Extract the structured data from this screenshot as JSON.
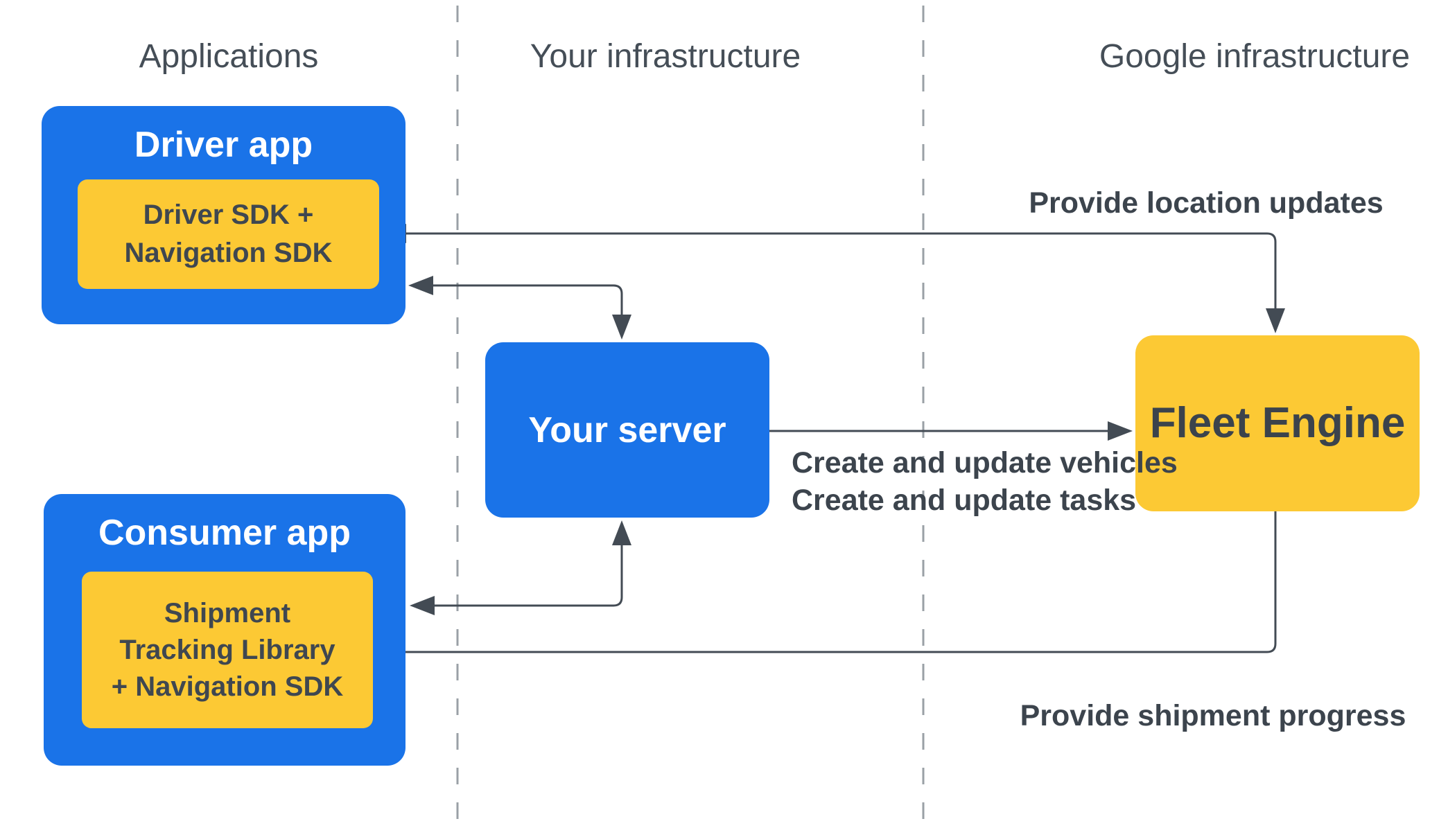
{
  "columns": [
    {
      "label": "Applications"
    },
    {
      "label": "Your infrastructure"
    },
    {
      "label": "Google infrastructure"
    }
  ],
  "nodes": {
    "driver_app": {
      "title": "Driver app"
    },
    "driver_sdk": {
      "line1": "Driver SDK +",
      "line2": "Navigation SDK"
    },
    "your_server": {
      "title": "Your server"
    },
    "fleet_engine": {
      "title": "Fleet Engine"
    },
    "consumer_app": {
      "title": "Consumer app"
    },
    "shipment_lib": {
      "line1": "Shipment",
      "line2": "Tracking Library",
      "line3": "+ Navigation SDK"
    }
  },
  "edge_labels": {
    "provide_location_updates": "Provide location updates",
    "create_update_vehicles": "Create and update vehicles",
    "create_update_tasks": "Create and update tasks",
    "provide_shipment_progress": "Provide shipment progress"
  },
  "colors": {
    "blue": "#1a73e8",
    "yellow": "#fcc934",
    "arrow_ink": "#434b54",
    "label_ink": "#3c444d",
    "header_gray": "#454e57",
    "divider_gray": "#9aa0a6",
    "white_text": "#ffffff"
  }
}
